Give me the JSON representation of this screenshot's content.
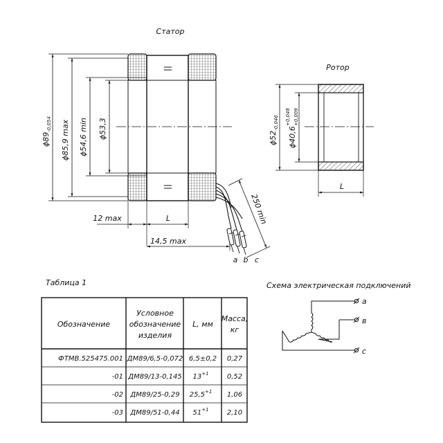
{
  "stator": {
    "title": "Статор",
    "dims": {
      "d_outer": "ϕ89",
      "d_outer_tol": "-0,054",
      "d_coil_max": "ϕ85,9 max",
      "d_bore_min": "ϕ54,6 min",
      "d_core": "ϕ53,3",
      "overhang_max": "12 max",
      "length": "L",
      "lead_offset_max": "14,5 max",
      "lead_length_min": "250 min"
    },
    "leads": [
      "a",
      "b",
      "c"
    ]
  },
  "rotor": {
    "title": "Ротор",
    "dims": {
      "d_outer": "ϕ52",
      "d_outer_tol": "-0,046",
      "d_inner": "ϕ40,6",
      "d_inner_tol_upper": "+0,048",
      "d_inner_tol_lower": "+0,009",
      "length": "L"
    }
  },
  "table": {
    "caption": "Таблица 1",
    "headers": {
      "designation": "Обозначение",
      "product_line1": "Условное",
      "product_line2": "обозначение",
      "product_line3": "изделия",
      "length": "L, мм",
      "mass_line1": "Масса,",
      "mass_line2": "кг"
    },
    "rows": [
      {
        "designation": "ФТМВ.525475.001",
        "product": "ДМ89/6,5-0,072",
        "length": "6,5±0,2",
        "length_tol": "",
        "mass": "0,27"
      },
      {
        "designation": "-01",
        "product": "ДМ89/13-0,145",
        "length": "13",
        "length_tol": "+1",
        "mass": "0,52"
      },
      {
        "designation": "-02",
        "product": "ДМ89/25-0,29",
        "length": "25,5",
        "length_tol": "+1",
        "mass": "1,06"
      },
      {
        "designation": "-03",
        "product": "ДМ89/51-0,44",
        "length": "51",
        "length_tol": "+1",
        "mass": "2,10"
      }
    ]
  },
  "schematic": {
    "title": "Схема электрическая подключений",
    "terminals": [
      "а",
      "в",
      "с"
    ]
  }
}
